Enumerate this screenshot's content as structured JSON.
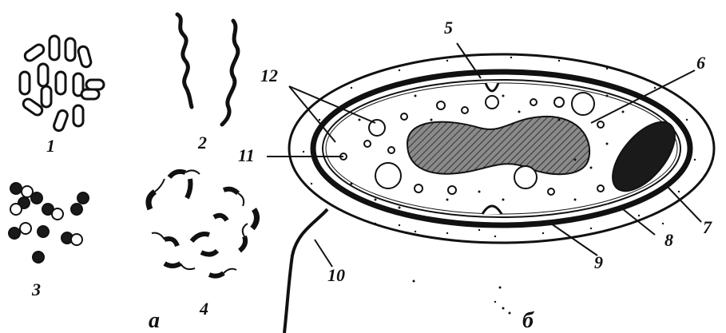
{
  "panels": {
    "a": {
      "letter": "а",
      "forms": [
        {
          "number": "1"
        },
        {
          "number": "2"
        },
        {
          "number": "3"
        },
        {
          "number": "4"
        }
      ]
    },
    "b": {
      "letter": "б",
      "callouts": [
        "5",
        "6",
        "7",
        "8",
        "9",
        "10",
        "11",
        "12"
      ]
    }
  },
  "colors": {
    "ink": "#111111",
    "paper": "#ffffff",
    "nucleoid_fill": "#6b6b6b",
    "spore_fill": "#1a1a1a"
  }
}
